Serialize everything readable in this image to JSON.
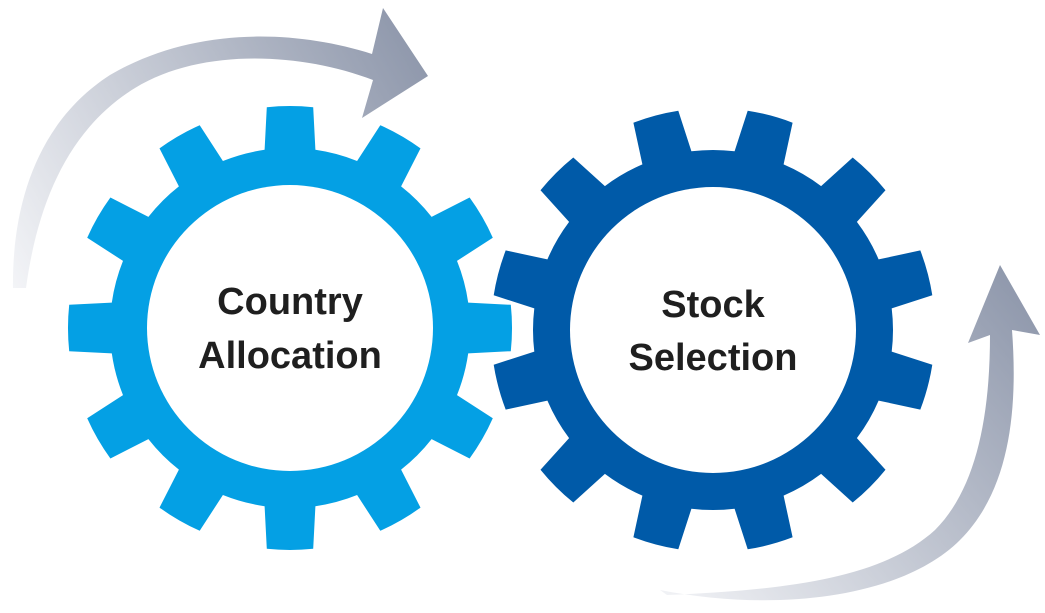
{
  "gears": [
    {
      "id": "country-allocation",
      "line1": "Country",
      "line2": "Allocation",
      "color": "#04A0E4"
    },
    {
      "id": "stock-selection",
      "line1": "Stock",
      "line2": "Selection",
      "color": "#005AA8"
    }
  ],
  "colors": {
    "hub": "#FFFFFF",
    "arrow_light": "#F3F4F7",
    "arrow_dark": "#8E97AB",
    "text": "#1F1F1F"
  },
  "icons": {
    "gear": "gear-icon",
    "arrow": "curved-arrow-icon"
  }
}
